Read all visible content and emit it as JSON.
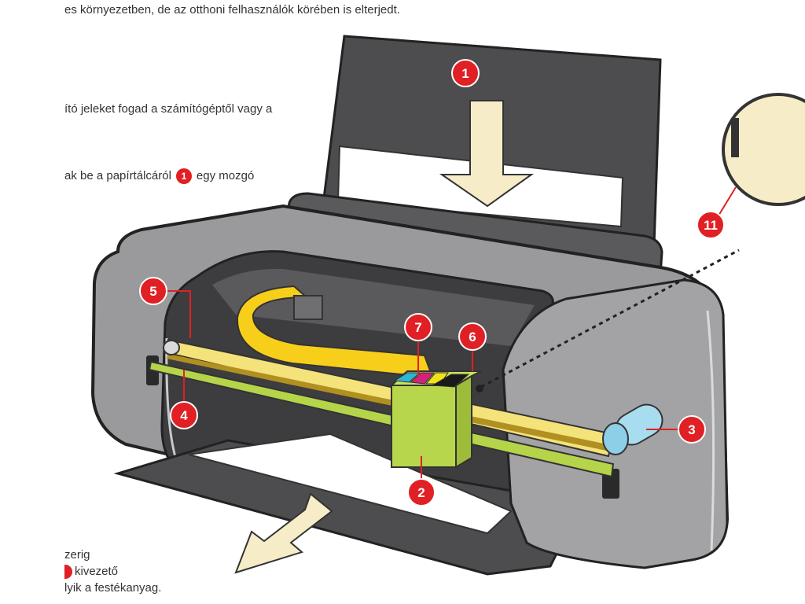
{
  "text_lines": {
    "line1": "es környezetben, de az otthoni felhasználók körében is elterjedt.",
    "line2": "ító jeleket fogad a számítógéptől vagy a",
    "line3_before": "ak be a papírtálcáról",
    "line3_badge": "1",
    "line3_after": "egy mozgó",
    "line4": "zerig",
    "line5": "kivezető",
    "line6": "lyik a festékanyag."
  },
  "callouts": [
    {
      "id": "1",
      "label": "1"
    },
    {
      "id": "2",
      "label": "2"
    },
    {
      "id": "3",
      "label": "3"
    },
    {
      "id": "4",
      "label": "4"
    },
    {
      "id": "5",
      "label": "5"
    },
    {
      "id": "6",
      "label": "6"
    },
    {
      "id": "7",
      "label": "7"
    },
    {
      "id": "11",
      "label": "11"
    }
  ],
  "colors": {
    "callout_red": "#e02024",
    "printer_body": "#9a9a9c",
    "printer_dark": "#4a4a4c",
    "paper_tray": "#58585a",
    "paper": "#ffffff",
    "arrow_fill": "#f6edc8",
    "rail_green": "#b5d44a",
    "belt_yellow": "#f4e27a",
    "cable_yellow": "#f7cf1a",
    "cartridge_green": "#b7d64c",
    "roller_blue": "#a8dcef",
    "ink_cyan": "#2bb7d8",
    "ink_magenta": "#d4217d",
    "ink_yellow": "#f2e21a",
    "ink_black": "#1a1a1a"
  }
}
